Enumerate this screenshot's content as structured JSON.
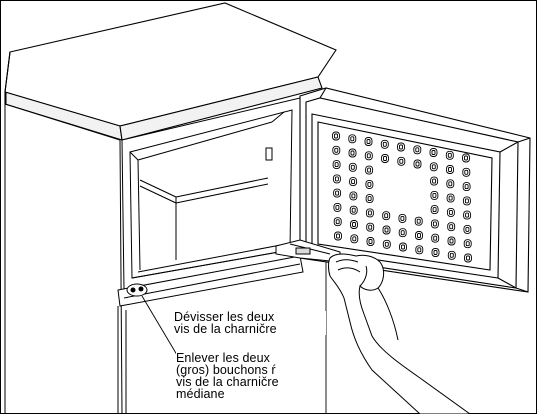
{
  "callouts": [
    {
      "lines": [
        "Dévisser les deux",
        "vis de la charničre"
      ]
    },
    {
      "lines": [
        "Enlever les deux",
        "(gros) bouchons ŕ",
        "vis de la charničre",
        "médiane"
      ]
    }
  ],
  "colors": {
    "line": "#000000",
    "background": "#ffffff",
    "shade": "#d9d9d9"
  },
  "icons": [
    "hinge-cap-icon",
    "hand-illustration"
  ]
}
